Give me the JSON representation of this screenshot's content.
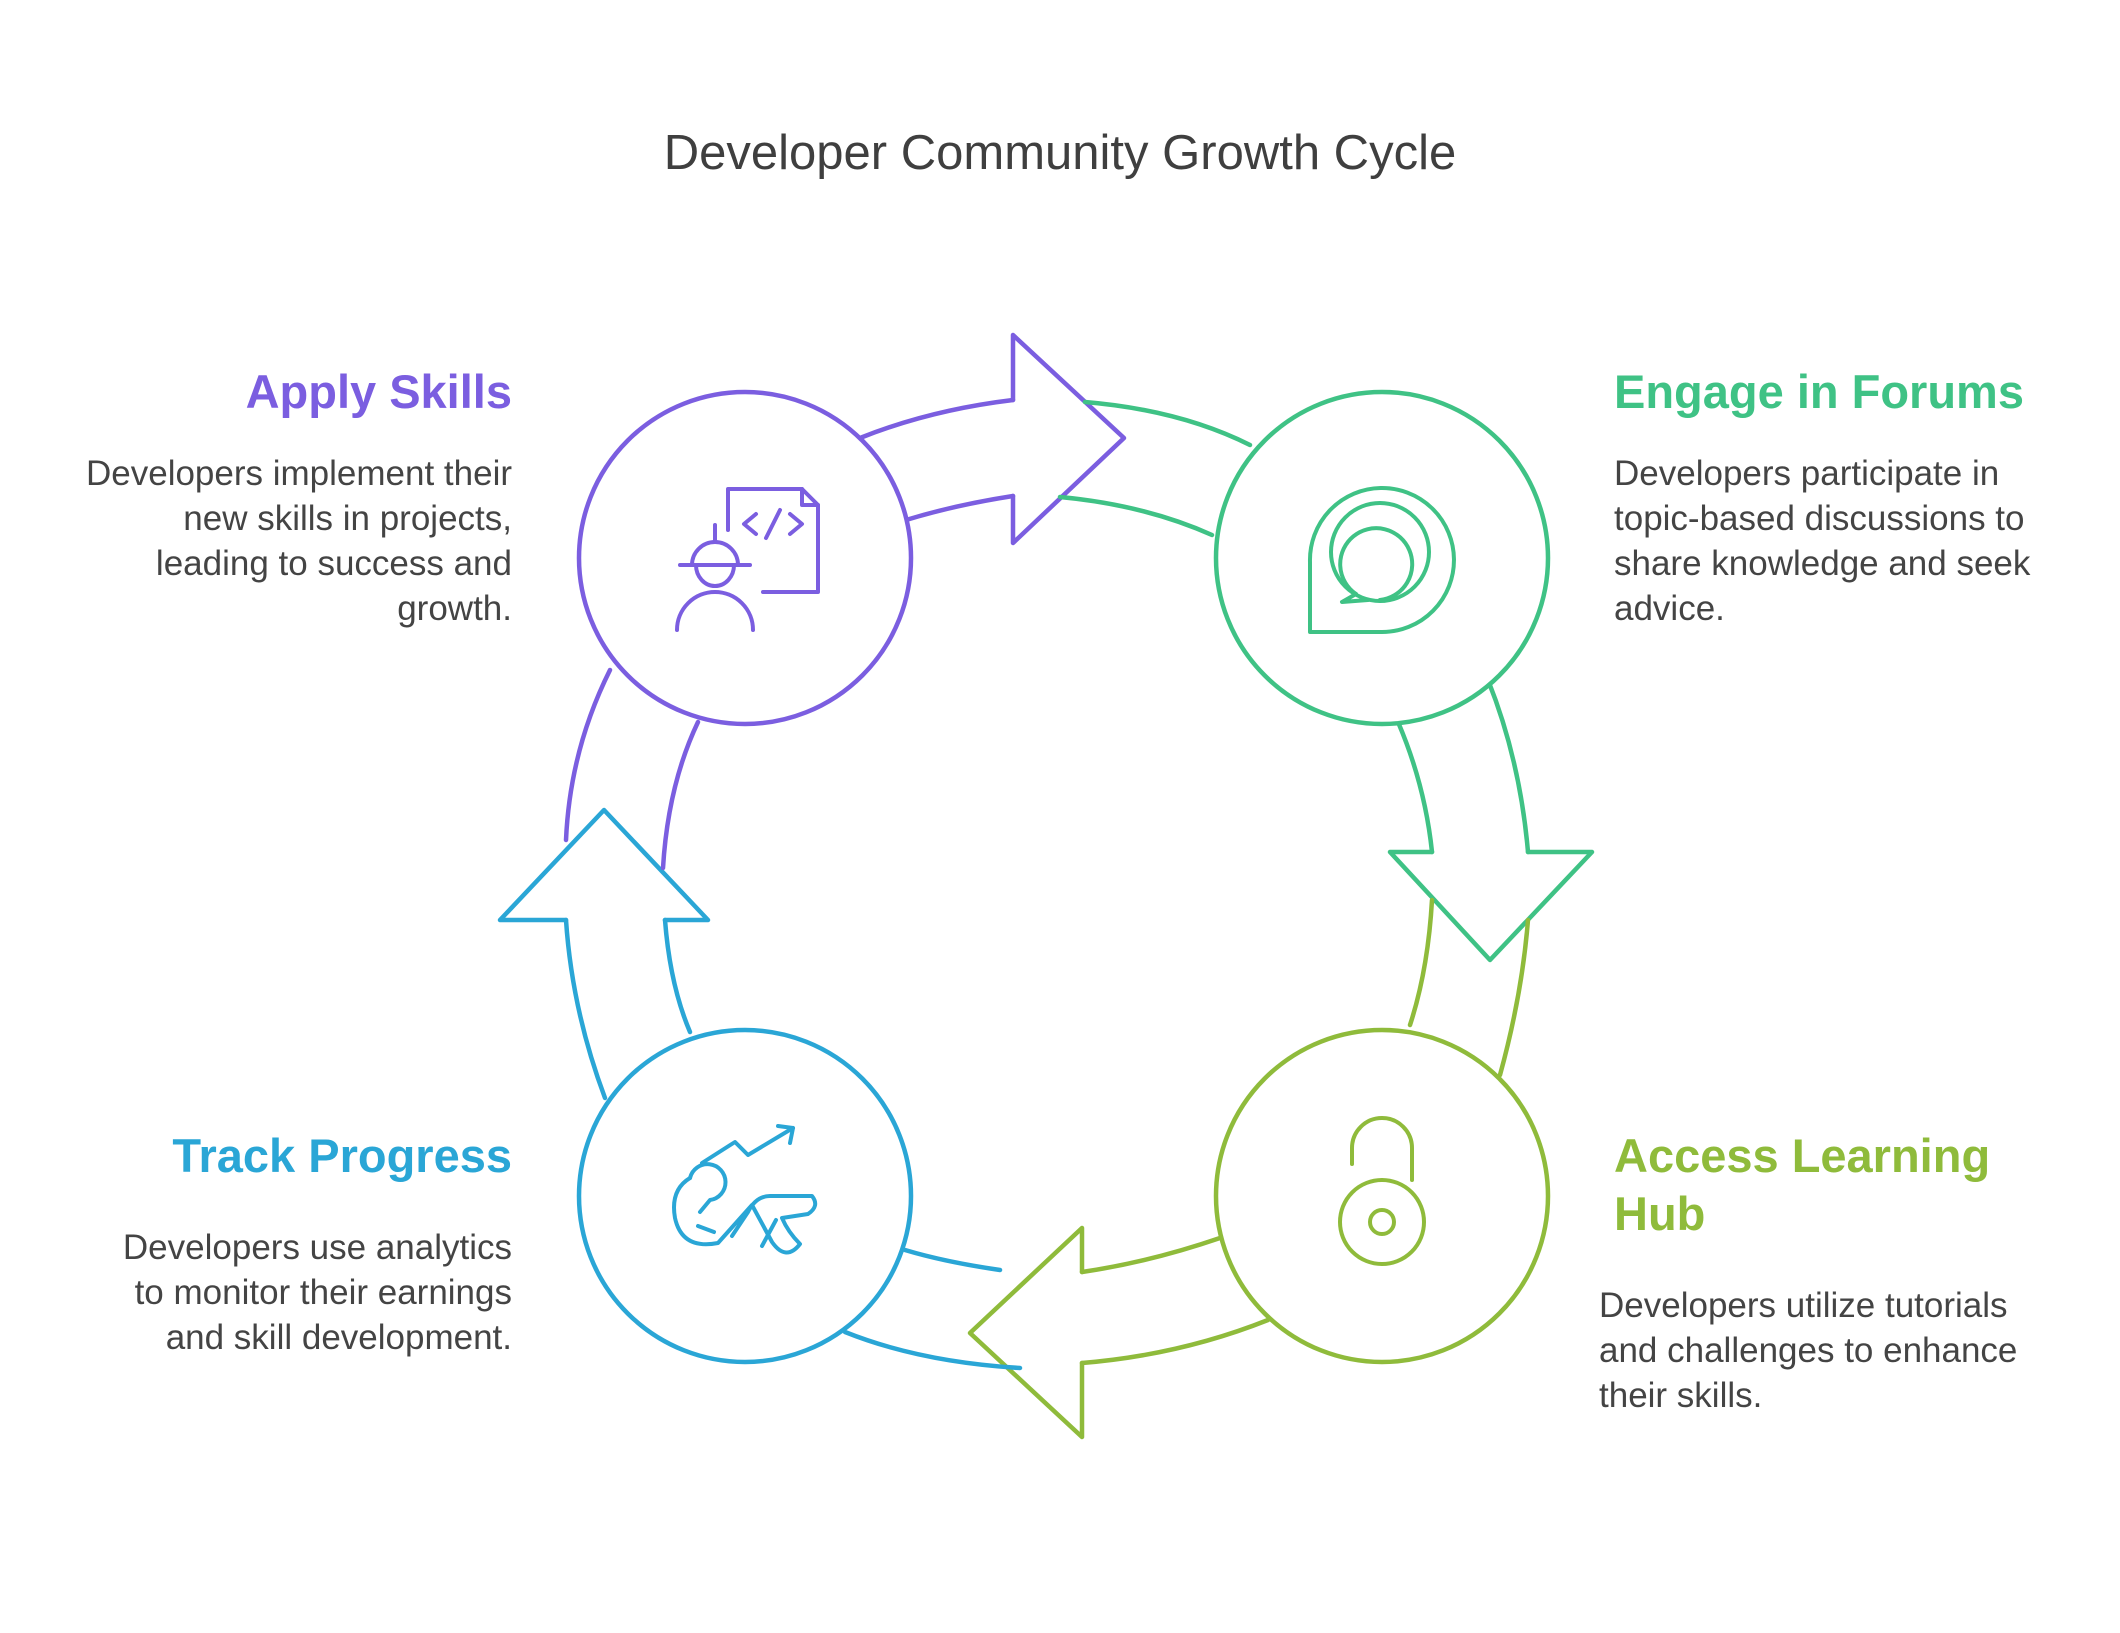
{
  "title": "Developer Community Growth Cycle",
  "colors": {
    "apply": "#7b5ee0",
    "engage": "#3fc285",
    "access": "#8fbb3b",
    "track": "#2aa6d6",
    "text": "#444444"
  },
  "stages": {
    "apply": {
      "heading": "Apply Skills",
      "description": "Developers implement their new skills in projects, leading to success and growth.",
      "icon": "developer-code-icon"
    },
    "engage": {
      "heading": "Engage in Forums",
      "description": "Developers participate in topic-based discussions to share knowledge and seek advice.",
      "icon": "chat-bubbles-icon"
    },
    "access": {
      "heading": "Access Learning Hub",
      "description": "Developers utilize tutorials and challenges to enhance their skills.",
      "icon": "unlocked-padlock-icon"
    },
    "track": {
      "heading": "Track Progress",
      "description": "Developers use analytics to monitor their earnings and skill development.",
      "icon": "progress-trend-icon"
    }
  }
}
